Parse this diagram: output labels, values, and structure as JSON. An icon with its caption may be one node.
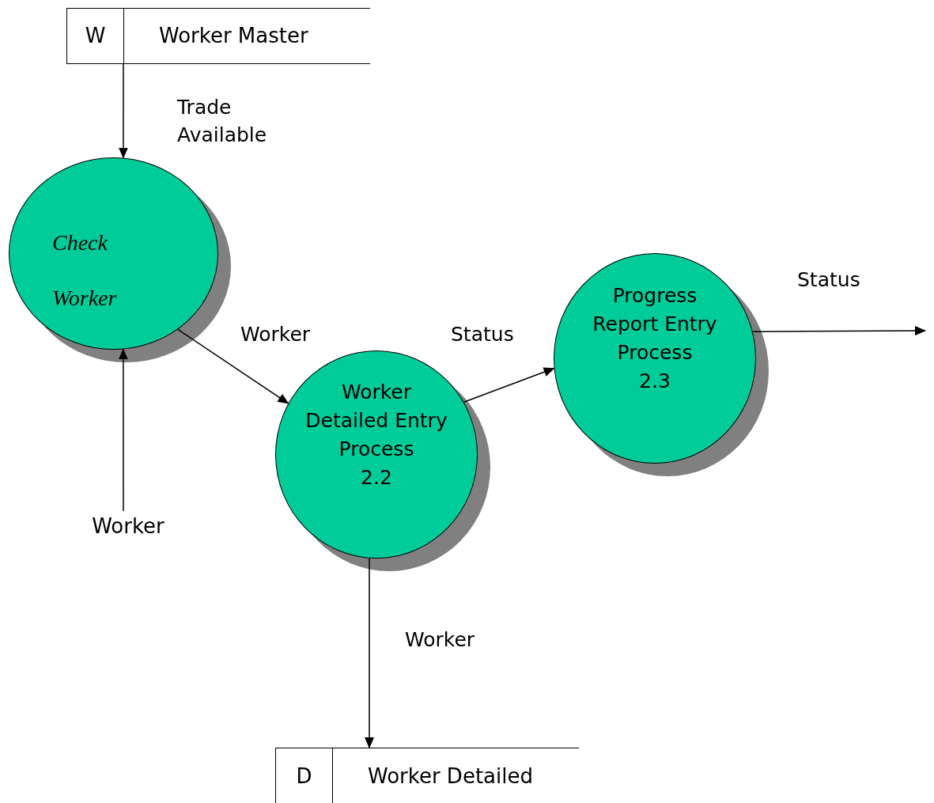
{
  "diagram": {
    "nodes": [
      {
        "text": [
          "W",
          "Worker Master"
        ]
      },
      {
        "text": [
          "Check Worker"
        ]
      },
      {
        "text": [
          "Worker Detailed Entry Process",
          "2.2"
        ]
      },
      {
        "text": [
          "Progress Report Entry Process",
          "2.3"
        ]
      },
      {
        "text": [
          "D",
          "Worker Detailed"
        ]
      },
      {
        "text": [
          "Worker"
        ]
      }
    ],
    "edges": [
      {
        "from": 0,
        "to": 1,
        "arrow": "to",
        "label": "Trade Available"
      },
      {
        "from": 5,
        "to": 1,
        "arrow": "to"
      },
      {
        "from": 1,
        "to": 2,
        "arrow": "to",
        "label": "Worker"
      },
      {
        "from": 2,
        "to": 3,
        "arrow": "to",
        "label": "Status"
      },
      {
        "from": 3,
        "to": null,
        "arrow": "to",
        "label": "Status"
      },
      {
        "from": 2,
        "to": 4,
        "arrow": "to",
        "label": "Worker"
      }
    ]
  }
}
